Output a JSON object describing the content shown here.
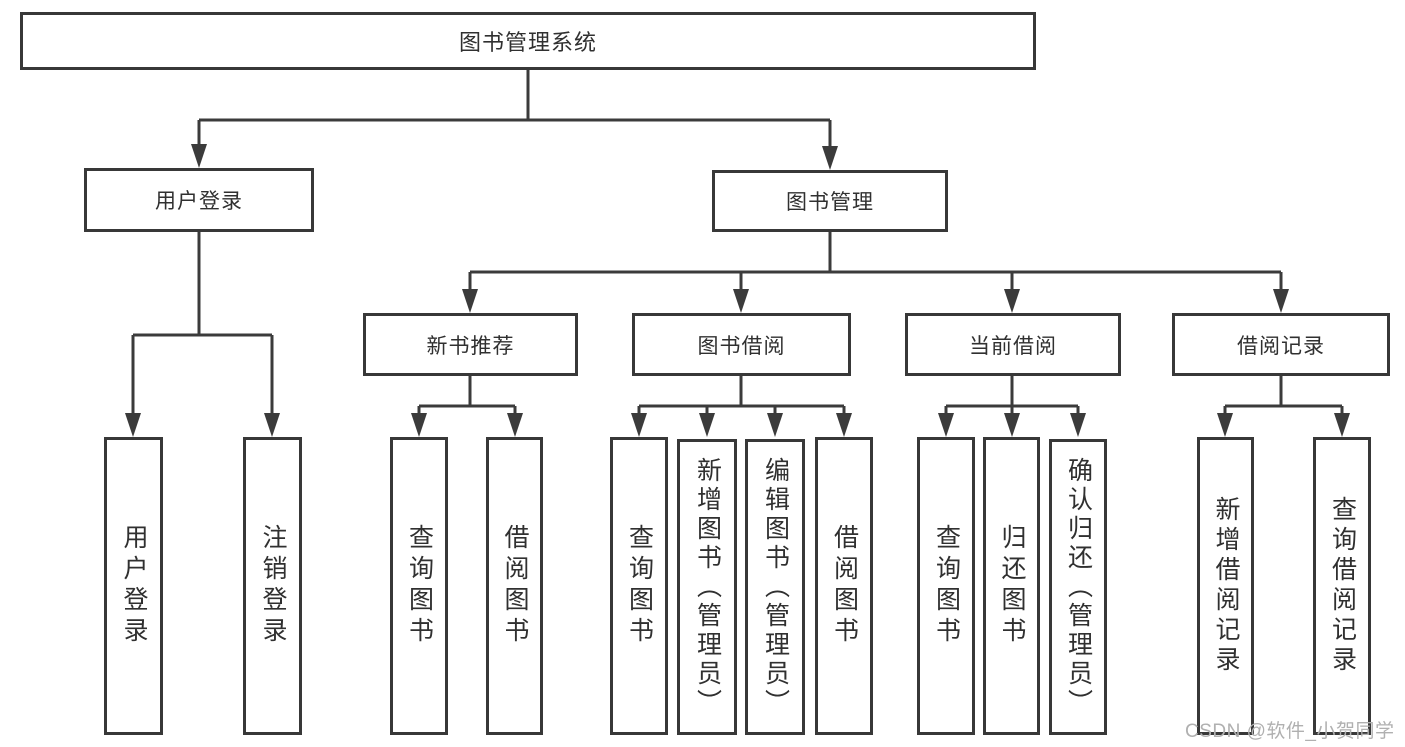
{
  "diagram": {
    "type": "tree",
    "title": "图书管理系统",
    "colors": {
      "line": "#3b3b3b",
      "box_border": "#383838",
      "box_fill": "#ffffff",
      "text": "#303030",
      "watermark": "#b0b0b0"
    },
    "nodes": {
      "root": {
        "label": "图书管理系统"
      },
      "user_login": {
        "label": "用户登录"
      },
      "book_mgmt": {
        "label": "图书管理"
      },
      "new_book_rec": {
        "label": "新书推荐"
      },
      "book_borrow": {
        "label": "图书借阅"
      },
      "current_borrow": {
        "label": "当前借阅"
      },
      "borrow_record": {
        "label": "借阅记录"
      },
      "leaf_user_login": {
        "label": "用户登录"
      },
      "leaf_logout": {
        "label": "注销登录"
      },
      "leaf_query_book_1": {
        "label": "查询图书"
      },
      "leaf_borrow_book_1": {
        "label": "借阅图书"
      },
      "leaf_query_book_2": {
        "label": "查询图书"
      },
      "leaf_add_book": {
        "label": "新增图书（管理员）"
      },
      "leaf_edit_book": {
        "label": "编辑图书（管理员）"
      },
      "leaf_borrow_book_2": {
        "label": "借阅图书"
      },
      "leaf_query_book_3": {
        "label": "查询图书"
      },
      "leaf_return_book": {
        "label": "归还图书"
      },
      "leaf_confirm_return": {
        "label": "确认归还（管理员）"
      },
      "leaf_add_record": {
        "label": "新增借阅记录"
      },
      "leaf_query_record": {
        "label": "查询借阅记录"
      }
    },
    "structure": {
      "图书管理系统": {
        "用户登录": [
          "用户登录",
          "注销登录"
        ],
        "图书管理": {
          "新书推荐": [
            "查询图书",
            "借阅图书"
          ],
          "图书借阅": [
            "查询图书",
            "新增图书（管理员）",
            "编辑图书（管理员）",
            "借阅图书"
          ],
          "当前借阅": [
            "查询图书",
            "归还图书",
            "确认归还（管理员）"
          ],
          "借阅记录": [
            "新增借阅记录",
            "查询借阅记录"
          ]
        }
      }
    }
  },
  "watermark": {
    "text": "CSDN @软件_小贺同学"
  }
}
